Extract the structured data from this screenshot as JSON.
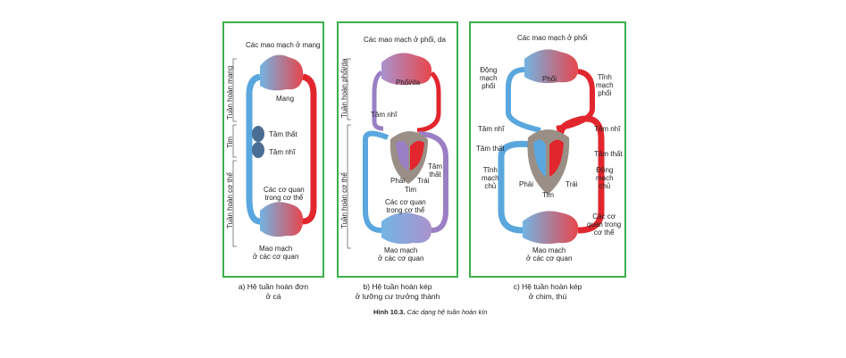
{
  "panels": [
    {
      "caption": [
        "a) Hệ tuần hoàn đơn",
        "ở cá"
      ],
      "labels": {
        "capillaries_top": "Các mao mạch ở mang",
        "organ_top": "Mang",
        "ventricle": "Tâm thất",
        "atrium": "Tâm nhĩ",
        "organs": [
          "Các cơ quan",
          "trong cơ thể"
        ],
        "capillaries_bottom": [
          "Mao mạch",
          "ở các cơ quan"
        ]
      },
      "side_labels": [
        "Tuần hoàn mang",
        "Tim",
        "Tuần hoàn cơ thể"
      ]
    },
    {
      "caption": [
        "b) Hệ tuần hoàn kép",
        "ở lưỡng cư trưởng thành"
      ],
      "labels": {
        "capillaries_top": "Các mao mạch ở phổi, da",
        "organ_top": "Phổi/da",
        "atrium": "Tâm nhĩ",
        "ventricle": [
          "Tâm",
          "thất"
        ],
        "right": "Phải",
        "left": "Trái",
        "heart": "Tim",
        "organs": [
          "Các cơ quan",
          "trong cơ thể"
        ],
        "capillaries_bottom": [
          "Mao mạch",
          "ở các cơ quan"
        ]
      },
      "side_labels": [
        "Tuần hoàn phổi/da",
        "Tuần hoàn cơ thể"
      ]
    },
    {
      "caption": [
        "c) Hệ tuần hoàn kép",
        "ở chim, thú"
      ],
      "labels": {
        "capillaries_top": "Các mao mạch ở phổi",
        "organ_top": "Phổi",
        "pulmonary_artery": [
          "Động",
          "mạch",
          "phổi"
        ],
        "pulmonary_vein": [
          "Tĩnh",
          "mạch",
          "phổi"
        ],
        "atrium_left": "Tâm nhĩ",
        "atrium_right": "Tâm nhĩ",
        "ventricle_left": "Tâm thất",
        "ventricle_right": "Tâm thất",
        "vein_main": [
          "Tĩnh",
          "mạch",
          "chủ"
        ],
        "artery_main": [
          "Động",
          "mạch",
          "chủ"
        ],
        "right": "Phải",
        "left": "Trái",
        "heart": "Tim",
        "organs": [
          "Các cơ",
          "quan trong",
          "cơ thể"
        ],
        "capillaries_bottom": [
          "Mao mạch",
          "ở các cơ quan"
        ]
      }
    }
  ],
  "figure_caption": {
    "number": "Hình 10.3.",
    "text": "Các dạng hệ tuần hoàn kín"
  },
  "colors": {
    "border": "#3cb04b",
    "oxygen_poor": "#5aa7de",
    "oxygen_rich": "#e2262e",
    "mixed": "#9b7fc4",
    "heart": "#9a8f86"
  }
}
